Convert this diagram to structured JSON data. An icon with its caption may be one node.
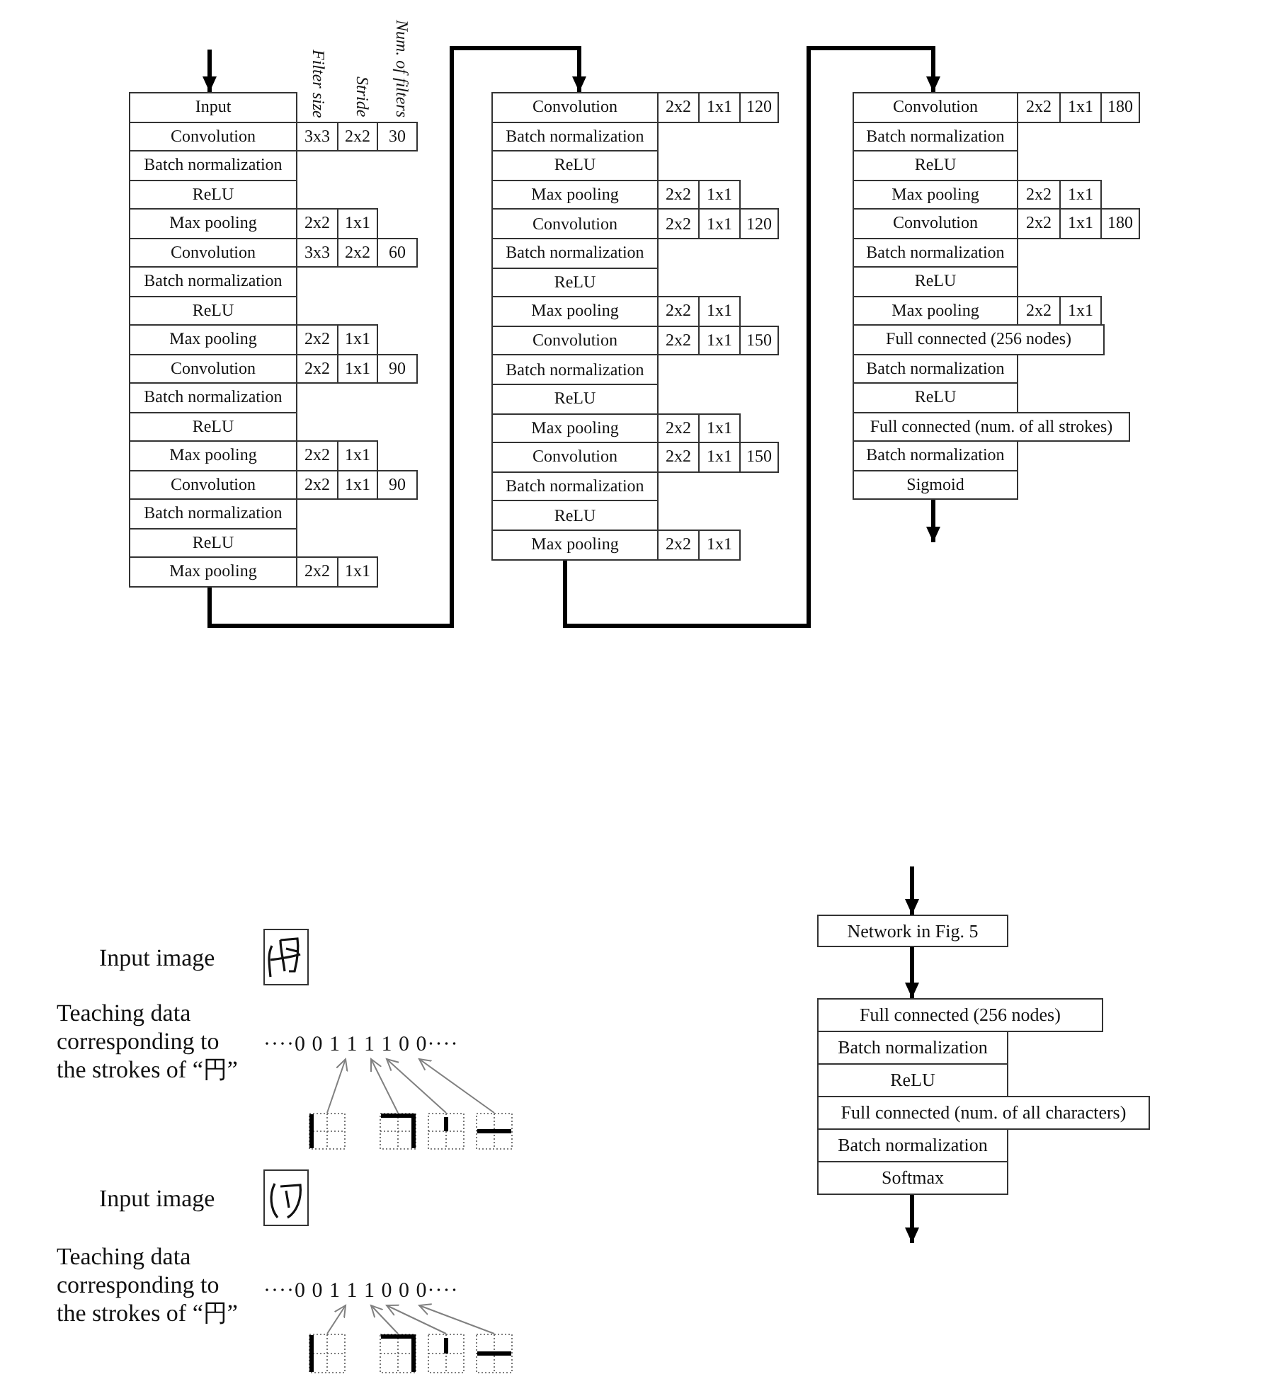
{
  "diagram": {
    "nodes": [
      {
        "text": [
          "Input"
        ]
      },
      {
        "text": [
          "Convolution",
          "3x3",
          "2x2",
          "30"
        ]
      },
      {
        "text": [
          "Batch normalization"
        ]
      },
      {
        "text": [
          "ReLU"
        ]
      },
      {
        "text": [
          "Max pooling",
          "2x2",
          "1x1"
        ]
      },
      {
        "text": [
          "Convolution",
          "3x3",
          "2x2",
          "60"
        ]
      },
      {
        "text": [
          "Batch normalization"
        ]
      },
      {
        "text": [
          "ReLU"
        ]
      },
      {
        "text": [
          "Max pooling",
          "2x2",
          "1x1"
        ]
      },
      {
        "text": [
          "Convolution",
          "2x2",
          "1x1",
          "90"
        ]
      },
      {
        "text": [
          "Batch normalization"
        ]
      },
      {
        "text": [
          "ReLU"
        ]
      },
      {
        "text": [
          "Max pooling",
          "2x2",
          "1x1"
        ]
      },
      {
        "text": [
          "Convolution",
          "2x2",
          "1x1",
          "90"
        ]
      },
      {
        "text": [
          "Batch normalization"
        ]
      },
      {
        "text": [
          "ReLU"
        ]
      },
      {
        "text": [
          "Max pooling",
          "2x2",
          "1x1"
        ]
      },
      {
        "text": [
          "Convolution",
          "2x2",
          "1x1",
          "120"
        ]
      },
      {
        "text": [
          "Batch normalization"
        ]
      },
      {
        "text": [
          "ReLU"
        ]
      },
      {
        "text": [
          "Max pooling",
          "2x2",
          "1x1"
        ]
      },
      {
        "text": [
          "Convolution",
          "2x2",
          "1x1",
          "120"
        ]
      },
      {
        "text": [
          "Batch normalization"
        ]
      },
      {
        "text": [
          "ReLU"
        ]
      },
      {
        "text": [
          "Max pooling",
          "2x2",
          "1x1"
        ]
      },
      {
        "text": [
          "Convolution",
          "2x2",
          "1x1",
          "150"
        ]
      },
      {
        "text": [
          "Batch normalization"
        ]
      },
      {
        "text": [
          "ReLU"
        ]
      },
      {
        "text": [
          "Max pooling",
          "2x2",
          "1x1"
        ]
      },
      {
        "text": [
          "Convolution",
          "2x2",
          "1x1",
          "150"
        ]
      },
      {
        "text": [
          "Batch normalization"
        ]
      },
      {
        "text": [
          "ReLU"
        ]
      },
      {
        "text": [
          "Max pooling",
          "2x2",
          "1x1"
        ]
      },
      {
        "text": [
          "Convolution",
          "2x2",
          "1x1",
          "180"
        ]
      },
      {
        "text": [
          "Batch normalization"
        ]
      },
      {
        "text": [
          "ReLU"
        ]
      },
      {
        "text": [
          "Max pooling",
          "2x2",
          "1x1"
        ]
      },
      {
        "text": [
          "Convolution",
          "2x2",
          "1x1",
          "180"
        ]
      },
      {
        "text": [
          "Batch normalization"
        ]
      },
      {
        "text": [
          "ReLU"
        ]
      },
      {
        "text": [
          "Max pooling",
          "2x2",
          "1x1"
        ]
      },
      {
        "text": [
          "Full connected (256 nodes)"
        ]
      },
      {
        "text": [
          "Batch normalization"
        ]
      },
      {
        "text": [
          "ReLU"
        ]
      },
      {
        "text": [
          "Full connected (num. of all strokes)"
        ]
      },
      {
        "text": [
          "Batch normalization"
        ]
      },
      {
        "text": [
          "Sigmoid"
        ]
      },
      {
        "text": [
          "Network in Fig. 5"
        ]
      },
      {
        "text": [
          "Full connected (256 nodes)"
        ]
      },
      {
        "text": [
          "Batch normalization"
        ]
      },
      {
        "text": [
          "ReLU"
        ]
      },
      {
        "text": [
          "Full connected (num. of all characters)"
        ]
      },
      {
        "text": [
          "Batch normalization"
        ]
      },
      {
        "text": [
          "Softmax"
        ]
      },
      {
        "text": [],
        "shape": "picture"
      },
      {
        "text": [
          "····0 0 1 1 1 1 0 0····"
        ]
      },
      {
        "text": [],
        "shape": "picture"
      },
      {
        "text": [],
        "shape": "picture"
      },
      {
        "text": [],
        "shape": "picture"
      },
      {
        "text": [],
        "shape": "picture"
      },
      {
        "text": [],
        "shape": "picture"
      },
      {
        "text": [
          "····0 0 1 1 1 0 0 0····"
        ]
      },
      {
        "text": [],
        "shape": "picture"
      },
      {
        "text": [],
        "shape": "picture"
      },
      {
        "text": [],
        "shape": "picture"
      },
      {
        "text": [],
        "shape": "picture"
      }
    ],
    "edges": [
      {
        "from": null,
        "to": 0,
        "arrow": "to",
        "style": "thick",
        "color": "#000000"
      },
      {
        "from": 16,
        "to": 17,
        "arrow": "to",
        "style": "thick",
        "color": "#000000"
      },
      {
        "from": 32,
        "to": 33,
        "arrow": "to",
        "style": "thick",
        "color": "#000000"
      },
      {
        "from": 46,
        "to": null,
        "arrow": "to",
        "style": "thick",
        "color": "#000000"
      },
      {
        "from": null,
        "to": 47,
        "arrow": "to",
        "style": "thick",
        "color": "#000000"
      },
      {
        "from": 47,
        "to": 48,
        "arrow": "to",
        "style": "thick",
        "color": "#000000"
      },
      {
        "from": 53,
        "to": null,
        "arrow": "to",
        "style": "thick",
        "color": "#000000"
      },
      {
        "from": 56,
        "to": 55,
        "arrow": "to"
      },
      {
        "from": 57,
        "to": 55,
        "arrow": "to"
      },
      {
        "from": 58,
        "to": 55,
        "arrow": "to"
      },
      {
        "from": 59,
        "to": 55,
        "arrow": "to"
      },
      {
        "from": 62,
        "to": 61,
        "arrow": "to"
      },
      {
        "from": 63,
        "to": 61,
        "arrow": "to"
      },
      {
        "from": 64,
        "to": 61,
        "arrow": "to"
      },
      {
        "from": 65,
        "to": 61,
        "arrow": "to"
      }
    ],
    "labels": [
      "Filter size",
      "Stride",
      "Num. of filters",
      "Input image",
      "Teaching data corresponding to the strokes of “円”",
      "Input image",
      "Teaching data corresponding to the strokes of “円”"
    ]
  }
}
